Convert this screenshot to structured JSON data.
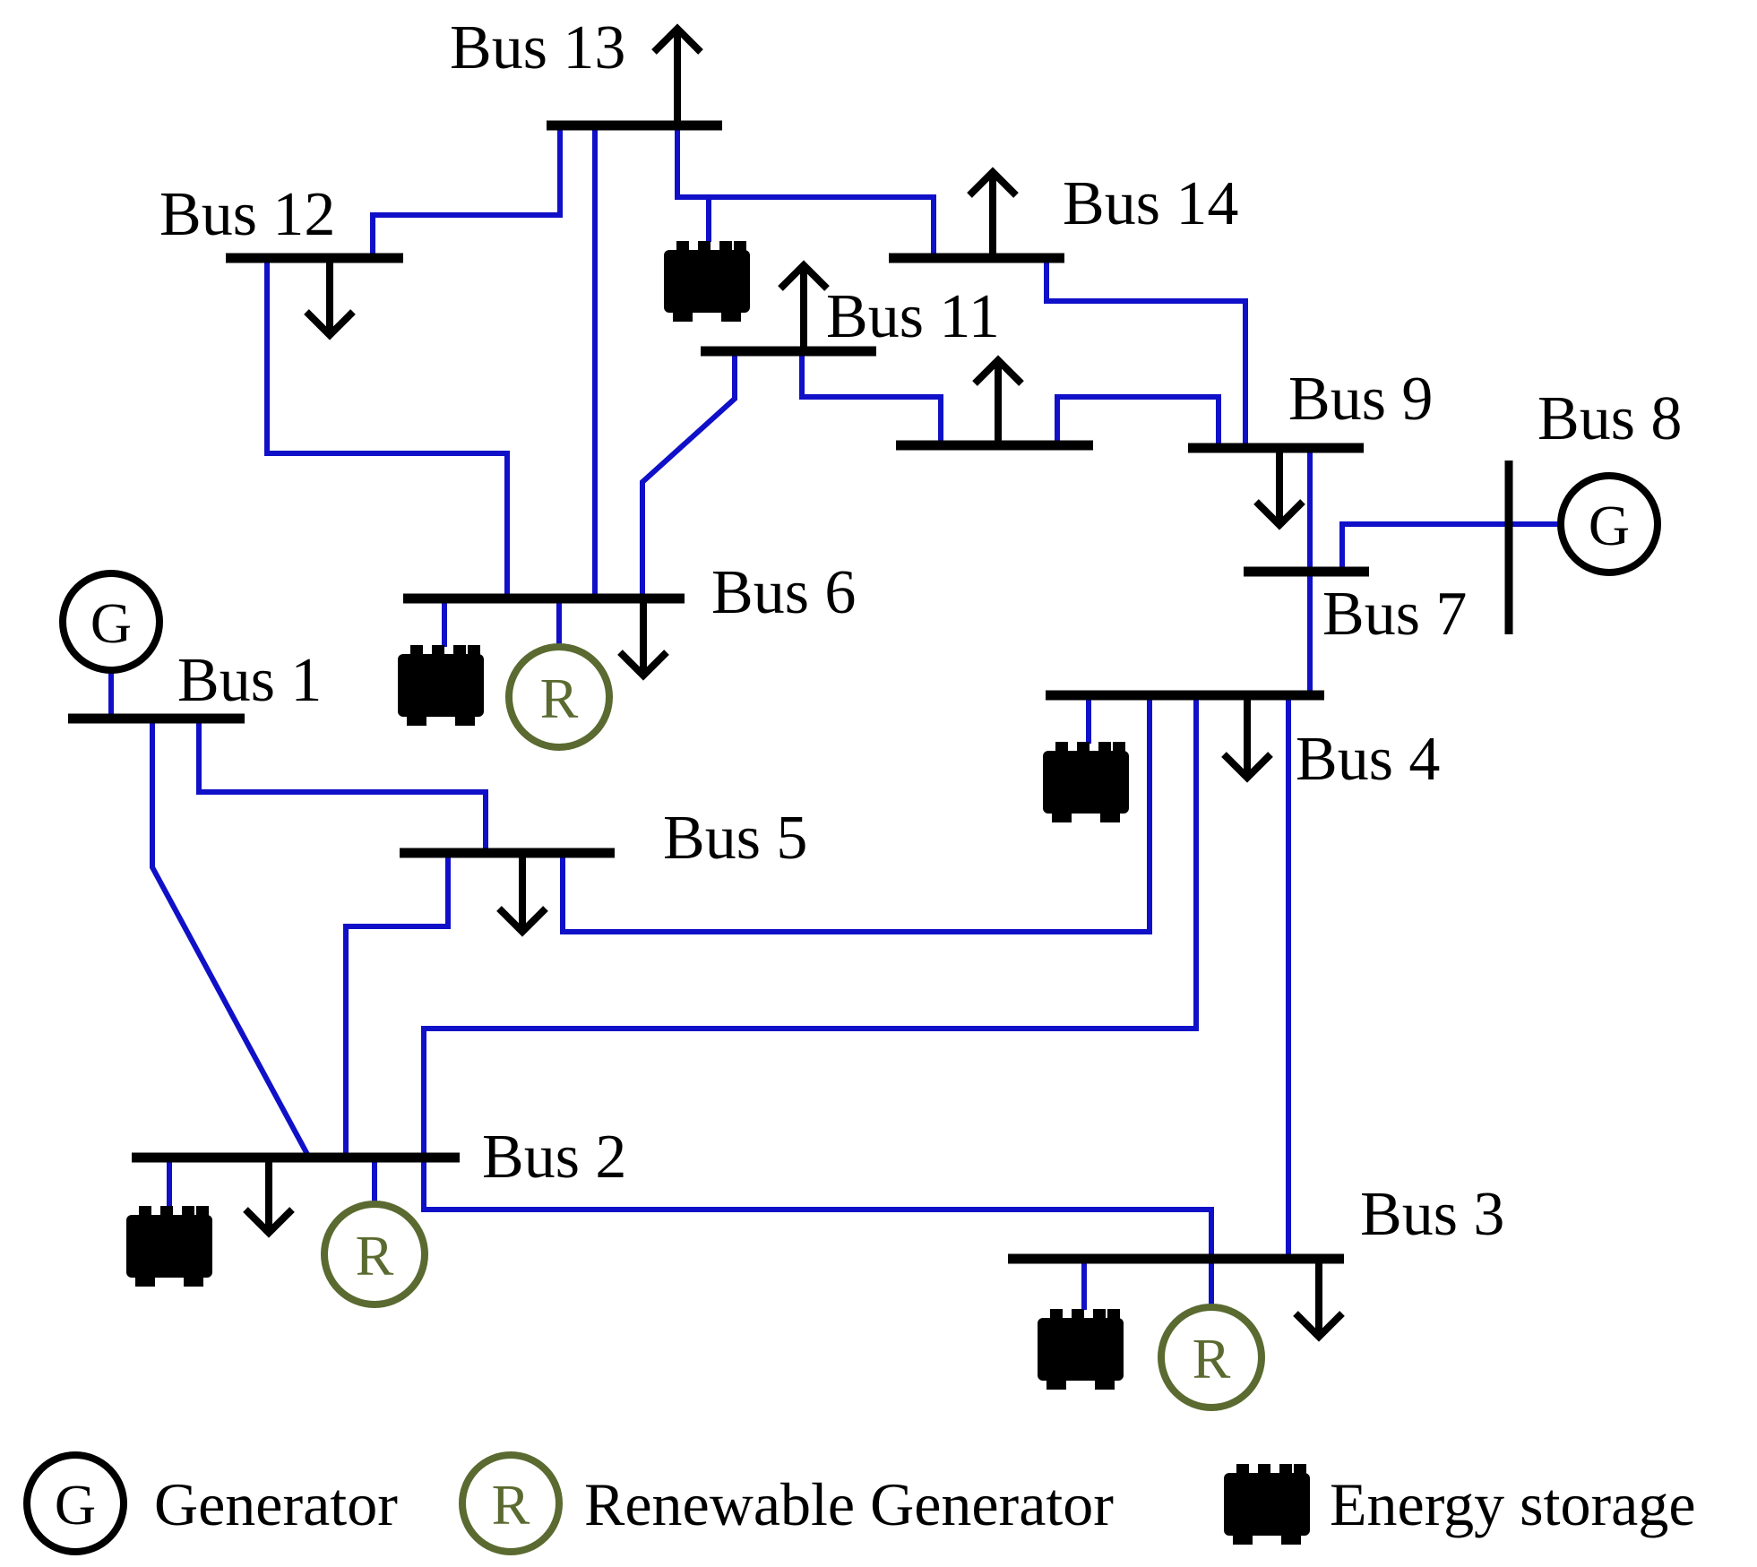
{
  "buses": {
    "bus1": "Bus 1",
    "bus2": "Bus 2",
    "bus3": "Bus 3",
    "bus4": "Bus 4",
    "bus5": "Bus 5",
    "bus6": "Bus 6",
    "bus7": "Bus 7",
    "bus8": "Bus 8",
    "bus9": "Bus 9",
    "bus11": "Bus 11",
    "bus12": "Bus 12",
    "bus13": "Bus 13",
    "bus14": "Bus 14"
  },
  "symbols": {
    "generator": "G",
    "renewable": "R"
  },
  "legend": {
    "generator": "Generator",
    "renewable": "Renewable Generator",
    "storage": "Energy storage"
  },
  "colors": {
    "line": "#1010c8",
    "bus": "#000000",
    "renewable": "#5a6a30",
    "storage": "#2a5b6c"
  }
}
